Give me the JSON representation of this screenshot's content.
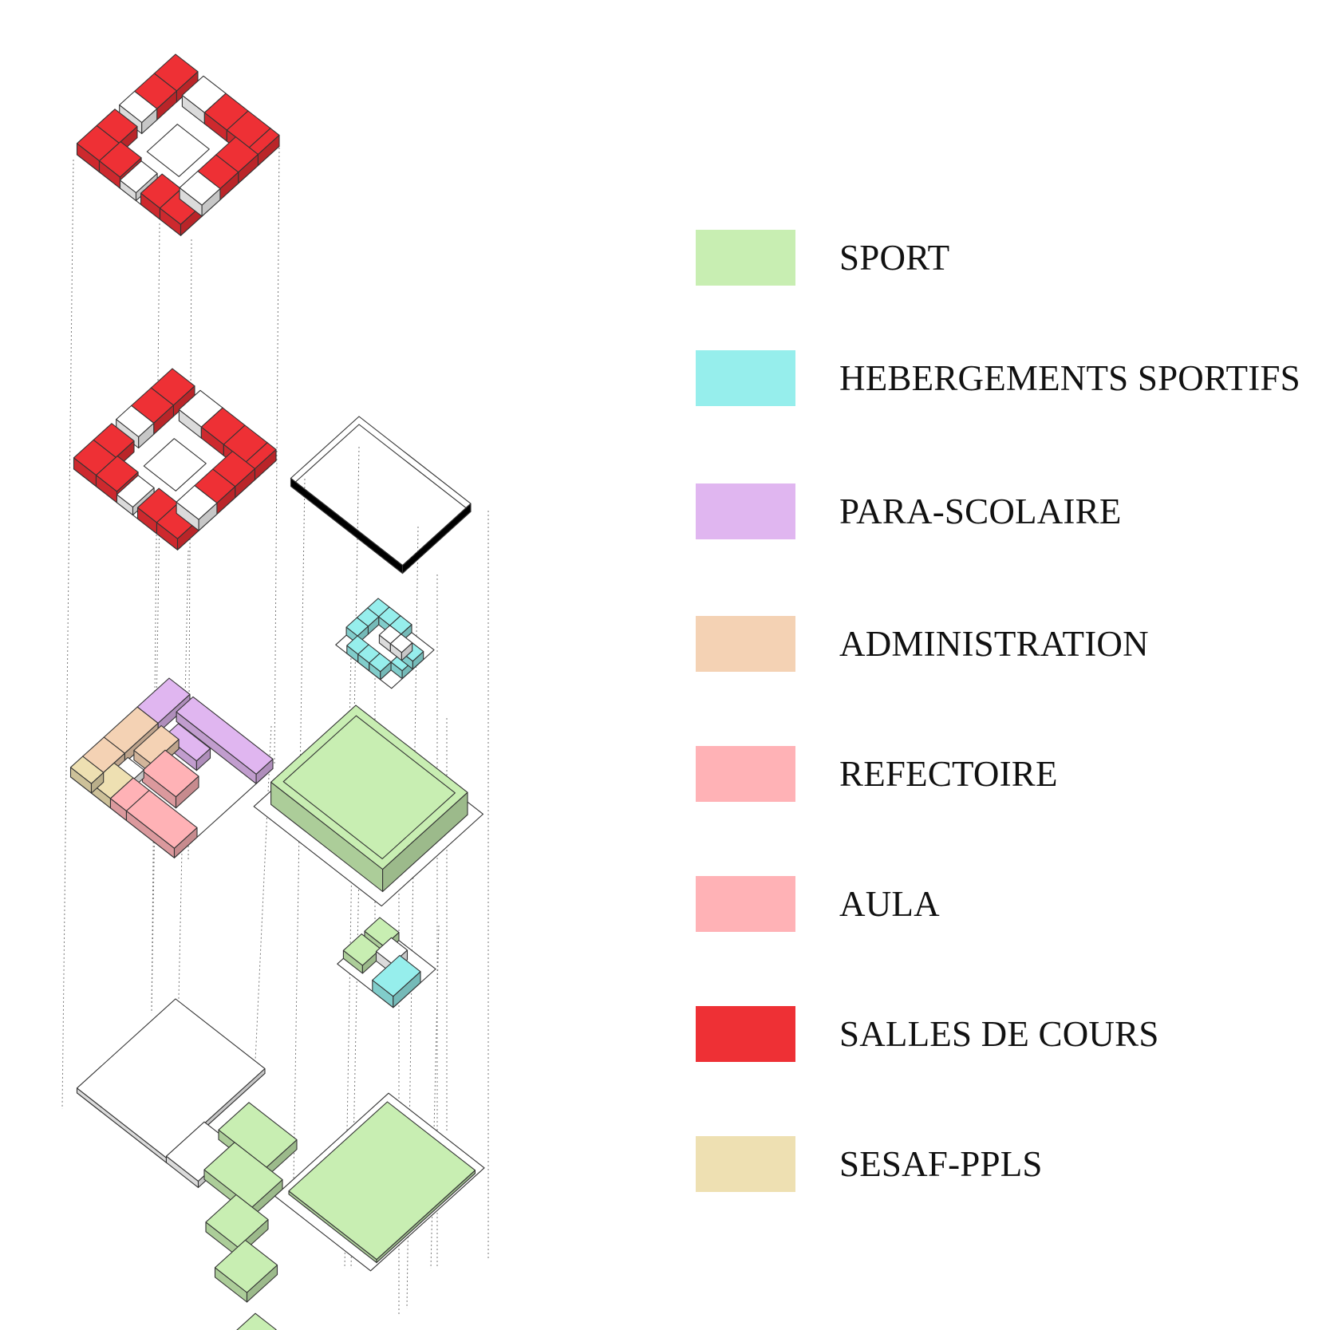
{
  "colors": {
    "sport": "#c8eeb2",
    "hebergements": "#96eeec",
    "parascolaire": "#e0b6f0",
    "administration": "#f4d2b4",
    "refectoire": "#ffb2b6",
    "aula": "#ffb2b6",
    "salles": "#ee3035",
    "sesaf": "#eee0b2",
    "neutral": "#ffffff",
    "line": "#333333"
  },
  "legend": [
    {
      "key": "sport",
      "label": "SPORT",
      "color": "#c8eeb2"
    },
    {
      "key": "hebergements",
      "label": "HEBERGEMENTS SPORTIFS",
      "color": "#96eeec"
    },
    {
      "key": "parascolaire",
      "label": "PARA-SCOLAIRE",
      "color": "#e0b6f0"
    },
    {
      "key": "administration",
      "label": "ADMINISTRATION",
      "color": "#f4d2b4"
    },
    {
      "key": "refectoire",
      "label": "REFECTOIRE",
      "color": "#ffb2b6"
    },
    {
      "key": "aula",
      "label": "AULA",
      "color": "#ffb2b6"
    },
    {
      "key": "salles",
      "label": "SALLES DE COURS",
      "color": "#ee3035"
    },
    {
      "key": "sesaf",
      "label": "SESAF-PPLS",
      "color": "#eee0b2"
    }
  ]
}
